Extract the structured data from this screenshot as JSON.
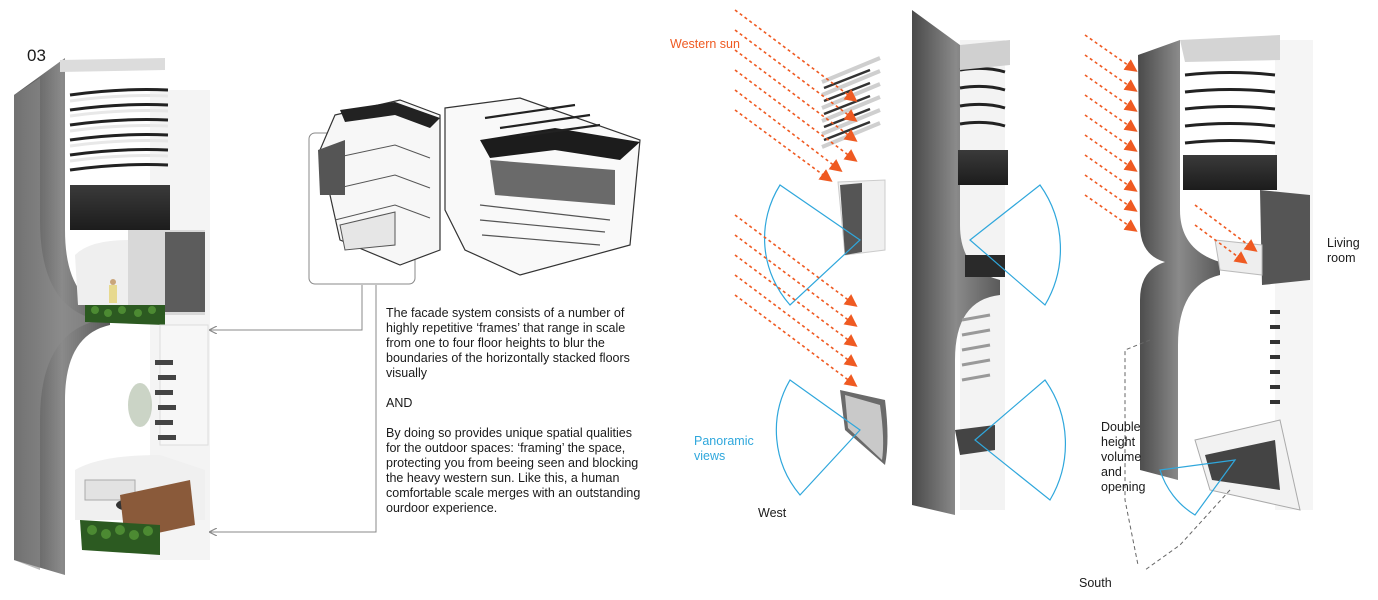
{
  "page_number": "03",
  "description": {
    "paragraph_1": "The facade system consists of a number of highly repetitive ‘frames’ that range in scale from one to four floor heights to blur the boundaries of the horizontally stacked floors visually",
    "connector": "AND",
    "paragraph_2": "By doing so provides unique spatial qualities for the outdoor spaces: ‘framing’ the space, protecting you from beeing seen and blocking the heavy western sun. Like this, a human comfortable scale merges with an outstanding ourdoor experience."
  },
  "labels": {
    "western_sun": "Western sun",
    "panoramic_views": "Panoramic views",
    "west": "West",
    "living_room": "Living room",
    "double_height": "Double height volume and opening",
    "south": "South"
  },
  "colors": {
    "sun_arrows": "#ef5a22",
    "view_cones": "#2fa7dc",
    "facade_frame": "#6f6f6f",
    "greenery": "#3d6b2a"
  }
}
